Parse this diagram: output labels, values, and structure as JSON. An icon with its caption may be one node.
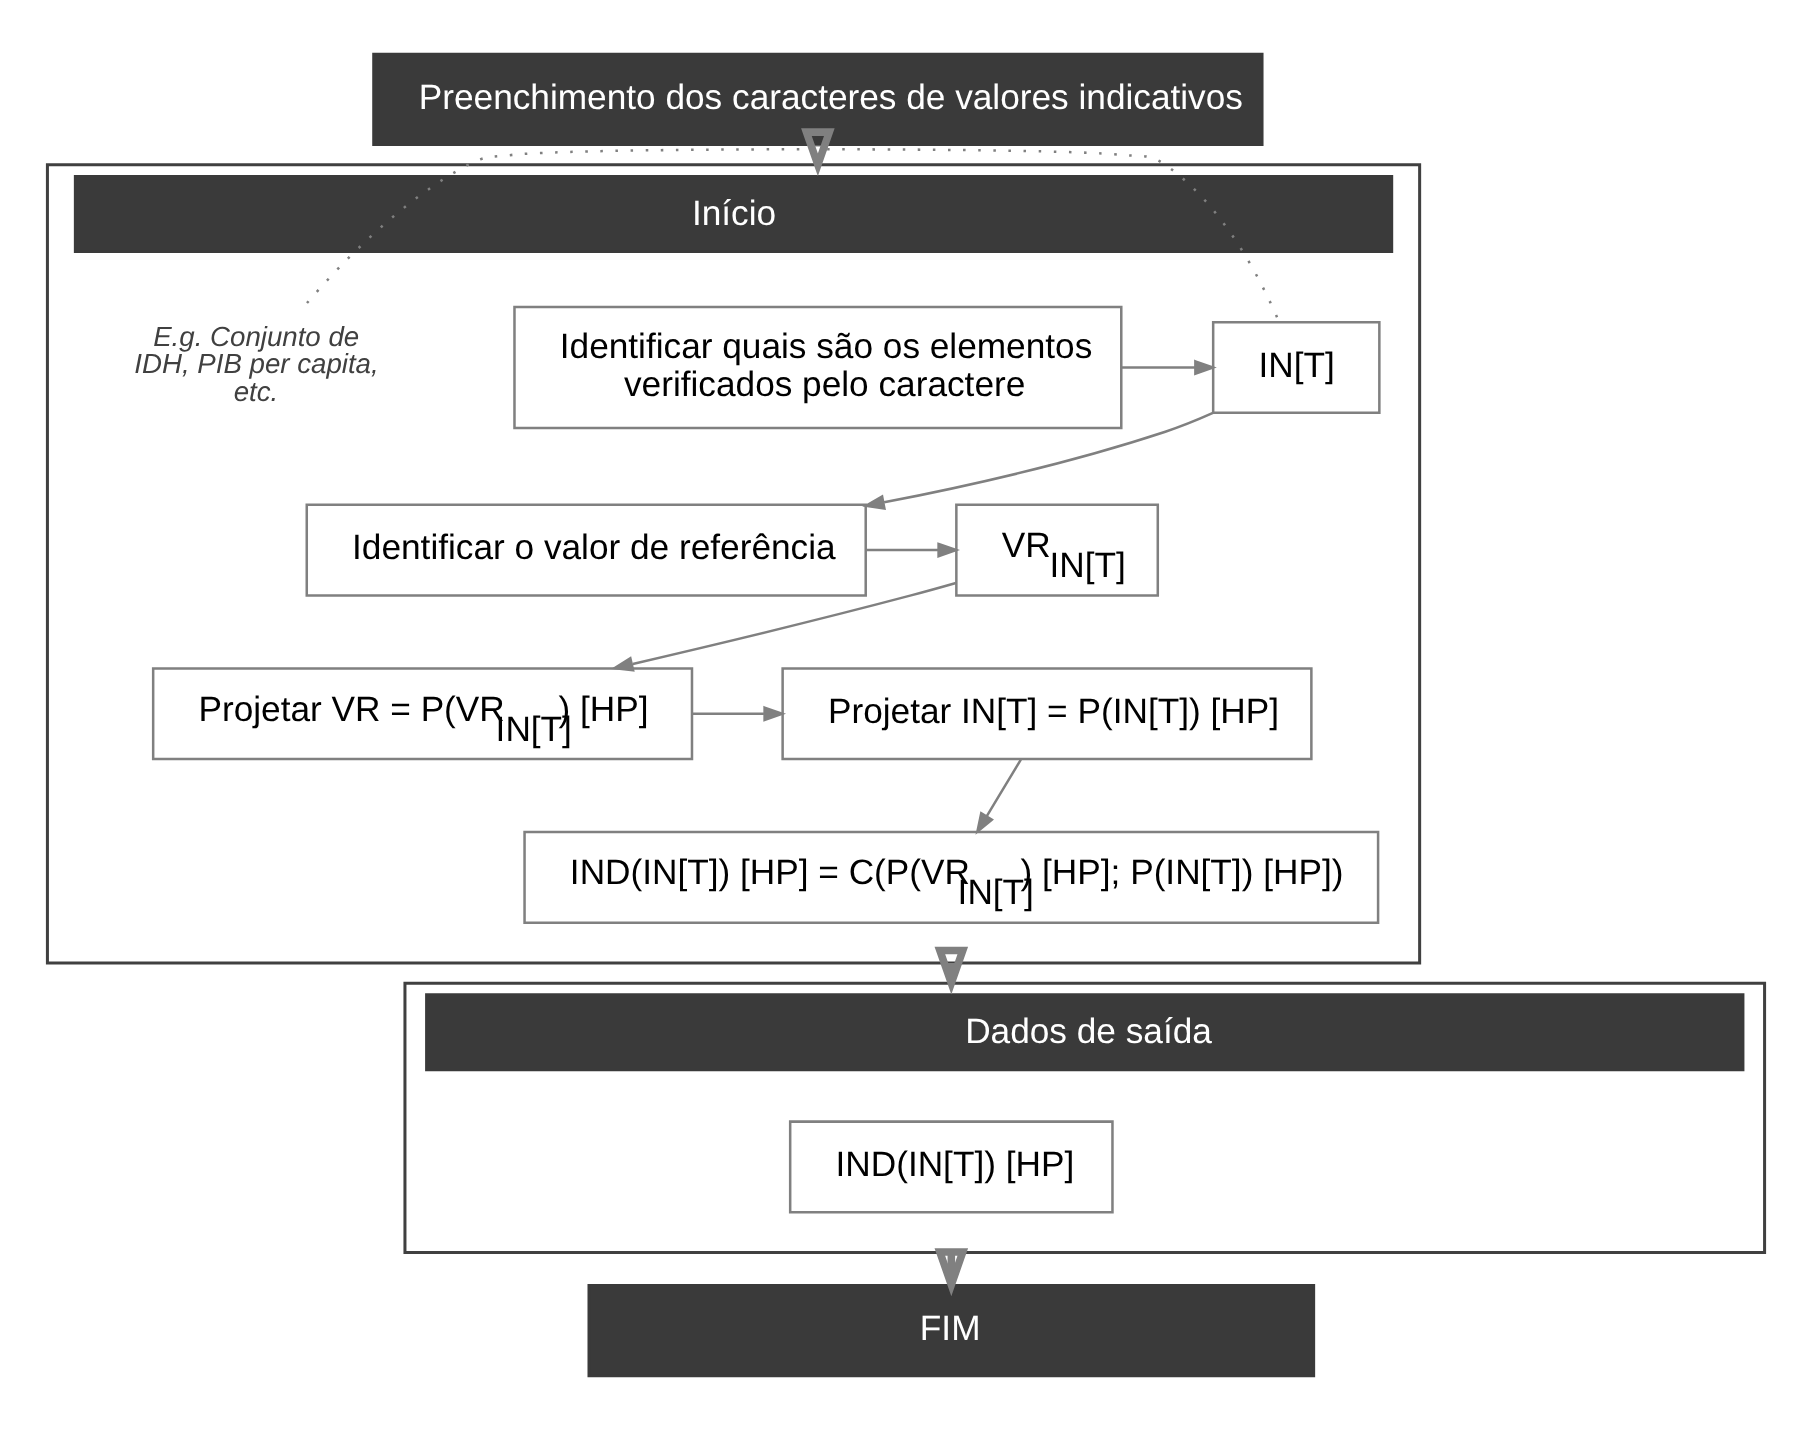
{
  "diagram": {
    "nodes": [
      {
        "text": [
          "Preenchimento dos caracteres de valores indicativos"
        ]
      },
      {
        "text": [
          "Início"
        ]
      },
      {
        "text": [
          "Identificar quais são os elementos verificados pelo caractere"
        ],
        "in": 1
      },
      {
        "text": [
          "IN[T]"
        ],
        "in": 1
      },
      {
        "text": [
          "E.g. Conjunto de IDH, PIB per capita, etc."
        ],
        "in": 1
      },
      {
        "text": [
          "Identificar o valor de referência"
        ],
        "in": 1
      },
      {
        "text": [
          "VR$_{IN[T]}$"
        ],
        "in": 1
      },
      {
        "text": [
          "Projetar VR = P(VR$_{IN[T]}$) [HP]"
        ],
        "in": 1
      },
      {
        "text": [
          "Projetar IN[T] = P(IN[T]) [HP]"
        ],
        "in": 1
      },
      {
        "text": [
          "IND(IN[T]) [HP] = C(P(VR$_{IN[T]}$) [HP]; P(IN[T]) [HP])"
        ],
        "in": 1
      },
      {
        "text": [
          "Dados de saída"
        ]
      },
      {
        "text": [
          "IND(IN[T]) [HP]"
        ],
        "in": 10
      },
      {
        "text": [
          "FIM"
        ]
      }
    ],
    "edges": [
      {
        "from": 0,
        "to": 1,
        "arrow": "to",
        "style": "thick"
      },
      {
        "from": 2,
        "to": 3,
        "arrow": "to"
      },
      {
        "from": 4,
        "to": 3,
        "arrow": "none",
        "style": "dashed"
      },
      {
        "from": 3,
        "to": 5,
        "arrow": "to"
      },
      {
        "from": 5,
        "to": 6,
        "arrow": "to"
      },
      {
        "from": 6,
        "to": 7,
        "arrow": "to"
      },
      {
        "from": 7,
        "to": 8,
        "arrow": "to"
      },
      {
        "from": 8,
        "to": 9,
        "arrow": "to"
      },
      {
        "from": 1,
        "to": 10,
        "arrow": "to",
        "style": "thick"
      },
      {
        "from": 10,
        "to": 12,
        "arrow": "to",
        "style": "thick"
      }
    ]
  }
}
